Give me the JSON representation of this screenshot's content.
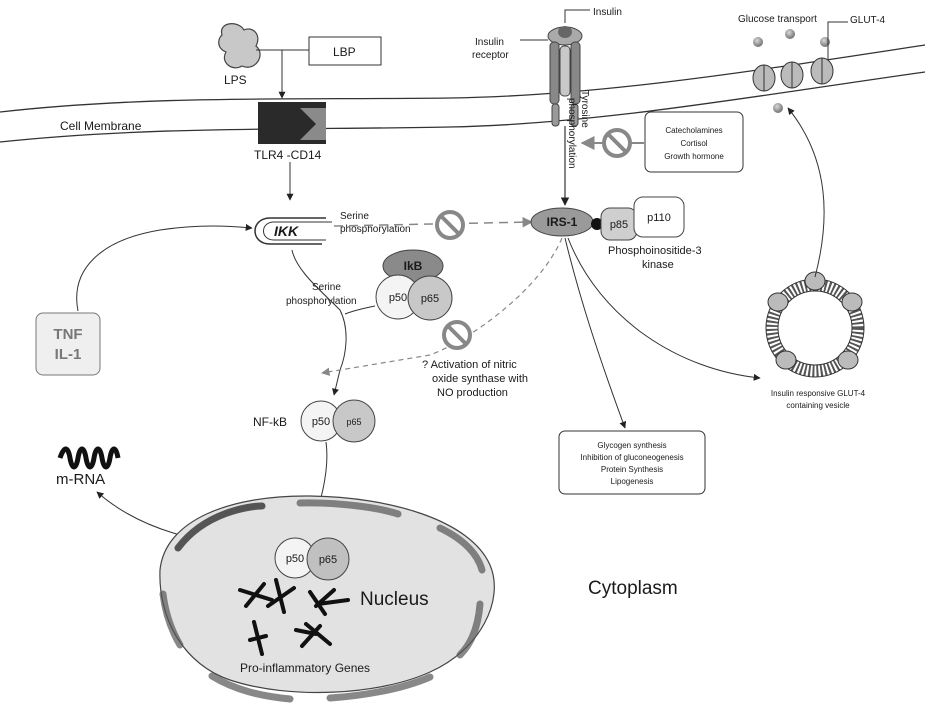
{
  "labels": {
    "insulin": "Insulin",
    "insulin_receptor_1": "Insulin",
    "insulin_receptor_2": "receptor",
    "glucose_transport": "Glucose transport",
    "glut4": "GLUT-4",
    "lps": "LPS",
    "lbp": "LBP",
    "cell_membrane": "Cell Membrane",
    "tlr4": "TLR4 -CD14",
    "tyrosine_1": "Tyrosine",
    "tyrosine_2": "phosphorylation",
    "inhibitors": [
      "Catecholamines",
      "Cortisol",
      "Growth hormone"
    ],
    "ikk": "IKK",
    "serine_top_1": "Serine",
    "serine_top_2": "phosphorylation",
    "irs1": "IRS-1",
    "p85": "p85",
    "p110": "p110",
    "pi3k_1": "Phosphoinositide-3",
    "pi3k_2": "kinase",
    "serine_mid_1": "Serine",
    "serine_mid_2": "phosphorylation",
    "ikb": "IkB",
    "p50": "p50",
    "p65": "p65",
    "tnf_1": "TNF",
    "tnf_2": "IL-1",
    "nos_1": "? Activation of nitric",
    "nos_2": "oxide synthase with",
    "nos_3": "NO production",
    "vesicle_1": "Insulin responsive GLUT-4",
    "vesicle_2": "containing vesicle",
    "nfkb": "NF-kB",
    "mrna": "m-RNA",
    "effects": [
      "Glycogen synthesis",
      "Inhibition of gluconeogenesis",
      "Protein Synthesis",
      "Lipogenesis"
    ],
    "nucleus": "Nucleus",
    "cytoplasm": "Cytoplasm",
    "genes": "Pro-inflammatory Genes"
  }
}
